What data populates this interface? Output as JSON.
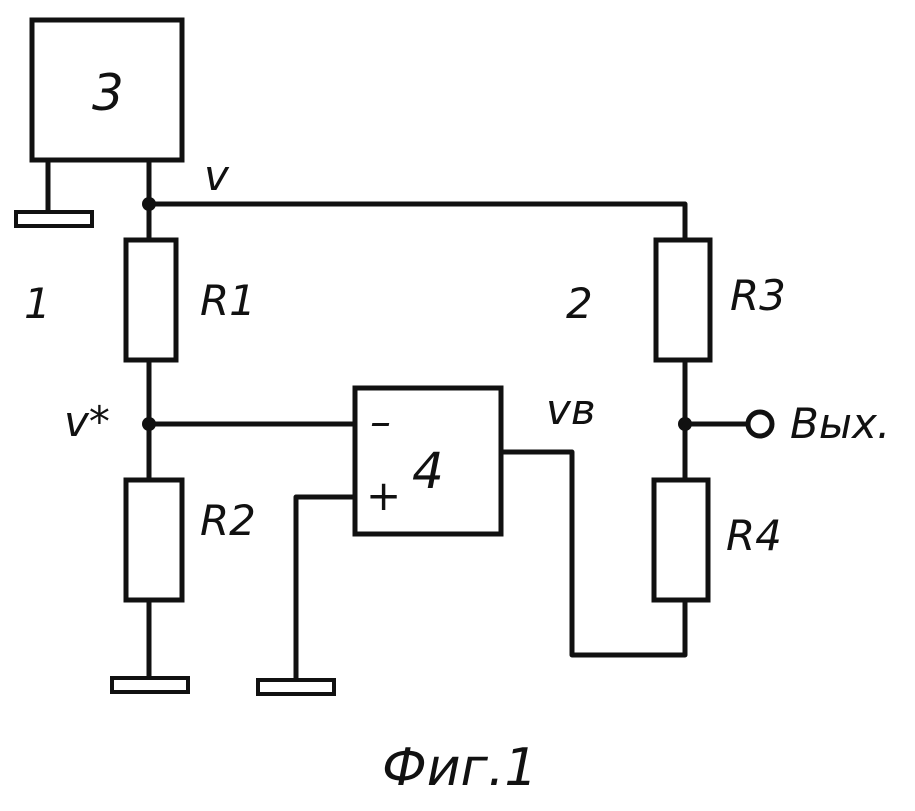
{
  "diagram": {
    "blocks": {
      "source": "3",
      "opamp": "4",
      "opamp_minus": "–",
      "opamp_plus": "+"
    },
    "resistors": {
      "r1": "R1",
      "r2": "R2",
      "r3": "R3",
      "r4": "R4"
    },
    "branches": {
      "left": "1",
      "right": "2"
    },
    "nodes": {
      "v": "v",
      "v_star": "v*",
      "v_b": "vв",
      "output": "Вых."
    },
    "caption": "Фиг.1"
  }
}
